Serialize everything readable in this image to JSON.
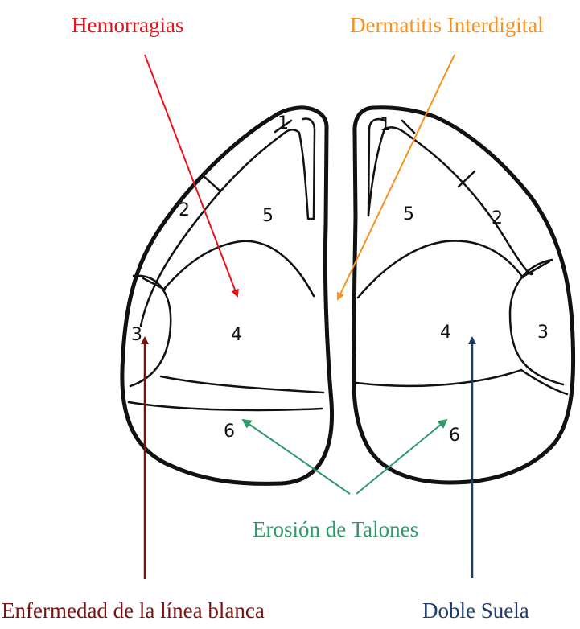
{
  "labels": {
    "hemorragias": "Hemorragias",
    "dermatitis": "Dermatitis Interdigital",
    "erosion": "Erosión de Talones",
    "linea_blanca": "Enfermedad de la línea  blanca",
    "doble_suela": "Doble Suela"
  },
  "left_claw_zones": {
    "z1": "1",
    "z2": "2",
    "z3": "3",
    "z4": "4",
    "z5": "5",
    "z6": "6"
  },
  "right_claw_zones": {
    "z1": "1",
    "z2": "2",
    "z3": "3",
    "z4": "4",
    "z5": "5",
    "z6": "6"
  },
  "colors": {
    "hemorragias": "#e8141b",
    "dermatitis": "#f7901e",
    "erosion": "#2e9a6a",
    "linea_blanca": "#7b1010",
    "doble_suela": "#1f3d6b",
    "outline": "#111111"
  }
}
